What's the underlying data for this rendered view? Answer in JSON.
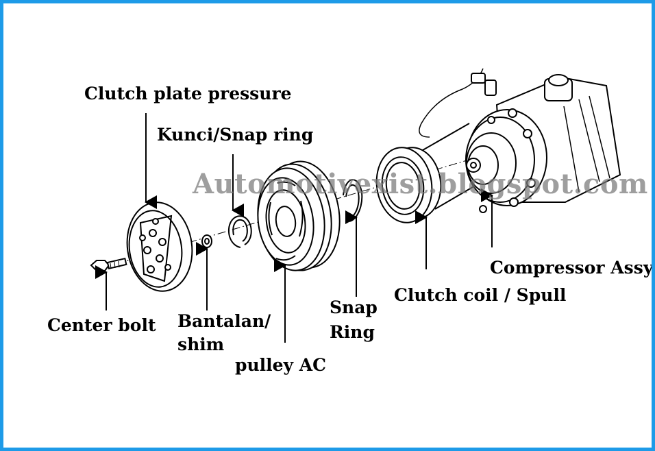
{
  "watermark": "Automotivexist.blogspot.com",
  "colors": {
    "frame": "#1e9be8",
    "ink": "#000000",
    "watermark": "#787878"
  },
  "labels": {
    "clutch_plate": "Clutch plate pressure",
    "snap_ring_1": "Kunci/Snap ring",
    "center_bolt": "Center bolt",
    "shim_line1": "Bantalan/",
    "shim_line2": "shim",
    "pulley": "pulley AC",
    "snap_ring_2_line1": "Snap",
    "snap_ring_2_line2": "Ring",
    "clutch_coil": "Clutch coil / Spull",
    "compressor": "Compressor Assy"
  }
}
